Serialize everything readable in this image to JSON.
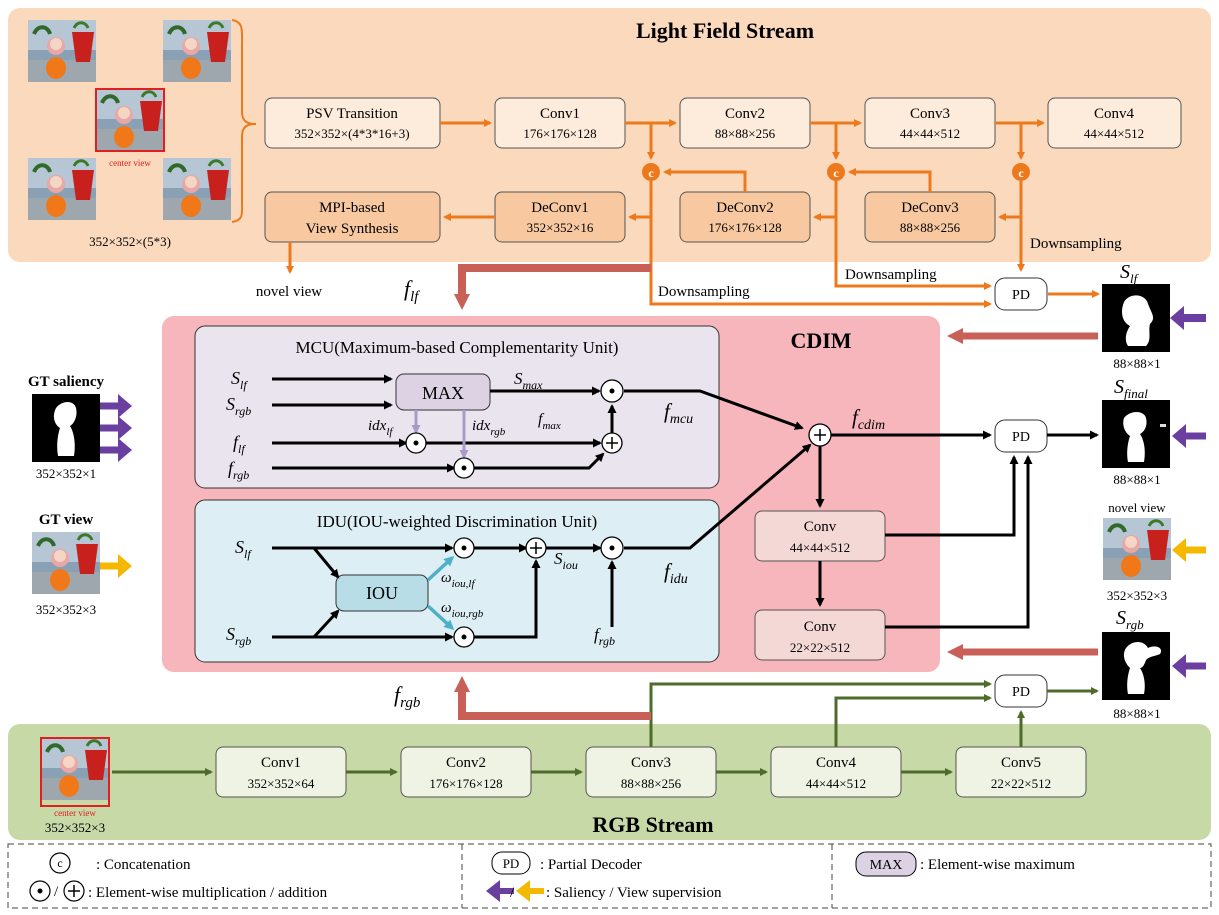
{
  "streams": {
    "lf_title": "Light Field Stream",
    "rgb_title": "RGB Stream",
    "cdim_title": "CDIM"
  },
  "lf": {
    "input_dim": "352×352×(5*3)",
    "center_view": "center view",
    "psv_title": "PSV Transition",
    "psv_dim": "352×352×(4*3*16+3)",
    "conv1_title": "Conv1",
    "conv1_dim": "176×176×128",
    "conv2_title": "Conv2",
    "conv2_dim": "88×88×256",
    "conv3_title": "Conv3",
    "conv3_dim": "44×44×512",
    "conv4_title": "Conv4",
    "conv4_dim": "44×44×512",
    "deconv1_title": "DeConv1",
    "deconv1_dim": "352×352×16",
    "deconv2_title": "DeConv2",
    "deconv2_dim": "176×176×128",
    "deconv3_title": "DeConv3",
    "deconv3_dim": "88×88×256",
    "mpi_line1": "MPI-based",
    "mpi_line2": "View Synthesis",
    "novel_view": "novel view",
    "downsampling": "Downsampling",
    "concat_symbol": "c",
    "f_lf_main": "f",
    "f_lf_sub": "lf"
  },
  "rgb": {
    "input_dim": "352×352×3",
    "center_view": "center view",
    "conv1_title": "Conv1",
    "conv1_dim": "352×352×64",
    "conv2_title": "Conv2",
    "conv2_dim": "176×176×128",
    "conv3_title": "Conv3",
    "conv3_dim": "88×88×256",
    "conv4_title": "Conv4",
    "conv4_dim": "44×44×512",
    "conv5_title": "Conv5",
    "conv5_dim": "22×22×512",
    "f_rgb_main": "f",
    "f_rgb_sub": "rgb"
  },
  "cdim": {
    "mcu_title": "MCU(Maximum-based Complementarity Unit)",
    "idu_title": "IDU(IOU-weighted Discrimination Unit)",
    "max_label": "MAX",
    "iou_label": "IOU",
    "conv_a_title": "Conv",
    "conv_a_dim": "44×44×512",
    "conv_b_title": "Conv",
    "conv_b_dim": "22×22×512",
    "pd": "PD",
    "s": "S",
    "f": "f",
    "sub_lf": "lf",
    "sub_rgb": "rgb",
    "sub_max": "max",
    "sub_mcu": "mcu",
    "sub_idu": "idu",
    "sub_iou": "iou",
    "sub_cdim": "cdim",
    "sub_final": "final",
    "idx": "idx",
    "omega": "ω",
    "sub_iou_lf": "iou,lf",
    "sub_iou_rgb": "iou,rgb"
  },
  "outputs": {
    "s_lf_dim": "88×88×1",
    "s_final_dim": "88×88×1",
    "s_rgb_dim": "88×88×1",
    "novel_view_label": "novel view",
    "novel_view_dim": "352×352×3"
  },
  "gt": {
    "saliency_label": "GT saliency",
    "saliency_dim": "352×352×1",
    "view_label": "GT view",
    "view_dim": "352×352×3"
  },
  "legend": {
    "concat_symbol": "c",
    "concat": ": Concatenation",
    "mult_add": ": Element-wise multiplication / addition",
    "pd_symbol": "PD",
    "pd": ": Partial Decoder",
    "slash": "/",
    "supervision": ": Saliency / View supervision",
    "max_symbol": "MAX",
    "max": ": Element-wise maximum"
  },
  "colors": {
    "lf_bg": "#fbd9bd",
    "lf_box": "#fdebdc",
    "lf_box_dark": "#f8c9a0",
    "orange": "#ec7a1c",
    "rgb_bg": "#c6d9a7",
    "rgb_box": "#eef3e3",
    "green": "#4e6b2c",
    "cdim_bg": "#f6b6bb",
    "mcu_bg": "#eae4ee",
    "idu_bg": "#ddeef4",
    "max_fill": "#dcd2e4",
    "iou_fill": "#b9dde6",
    "conv_pink": "#f4d8d6",
    "red_arrow": "#c96058",
    "purple": "#6a3fa0",
    "yellow": "#f5b800",
    "lavender": "#a89bc8",
    "teal": "#4db0c8"
  }
}
